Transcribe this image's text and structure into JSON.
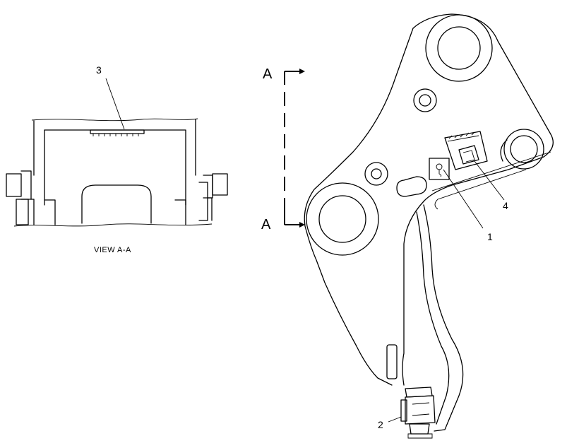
{
  "callouts": {
    "c1": "1",
    "c2": "2",
    "c3": "3",
    "c4": "4"
  },
  "section": {
    "top_letter": "A",
    "bottom_letter": "A"
  },
  "view_caption": "VIEW A-A"
}
